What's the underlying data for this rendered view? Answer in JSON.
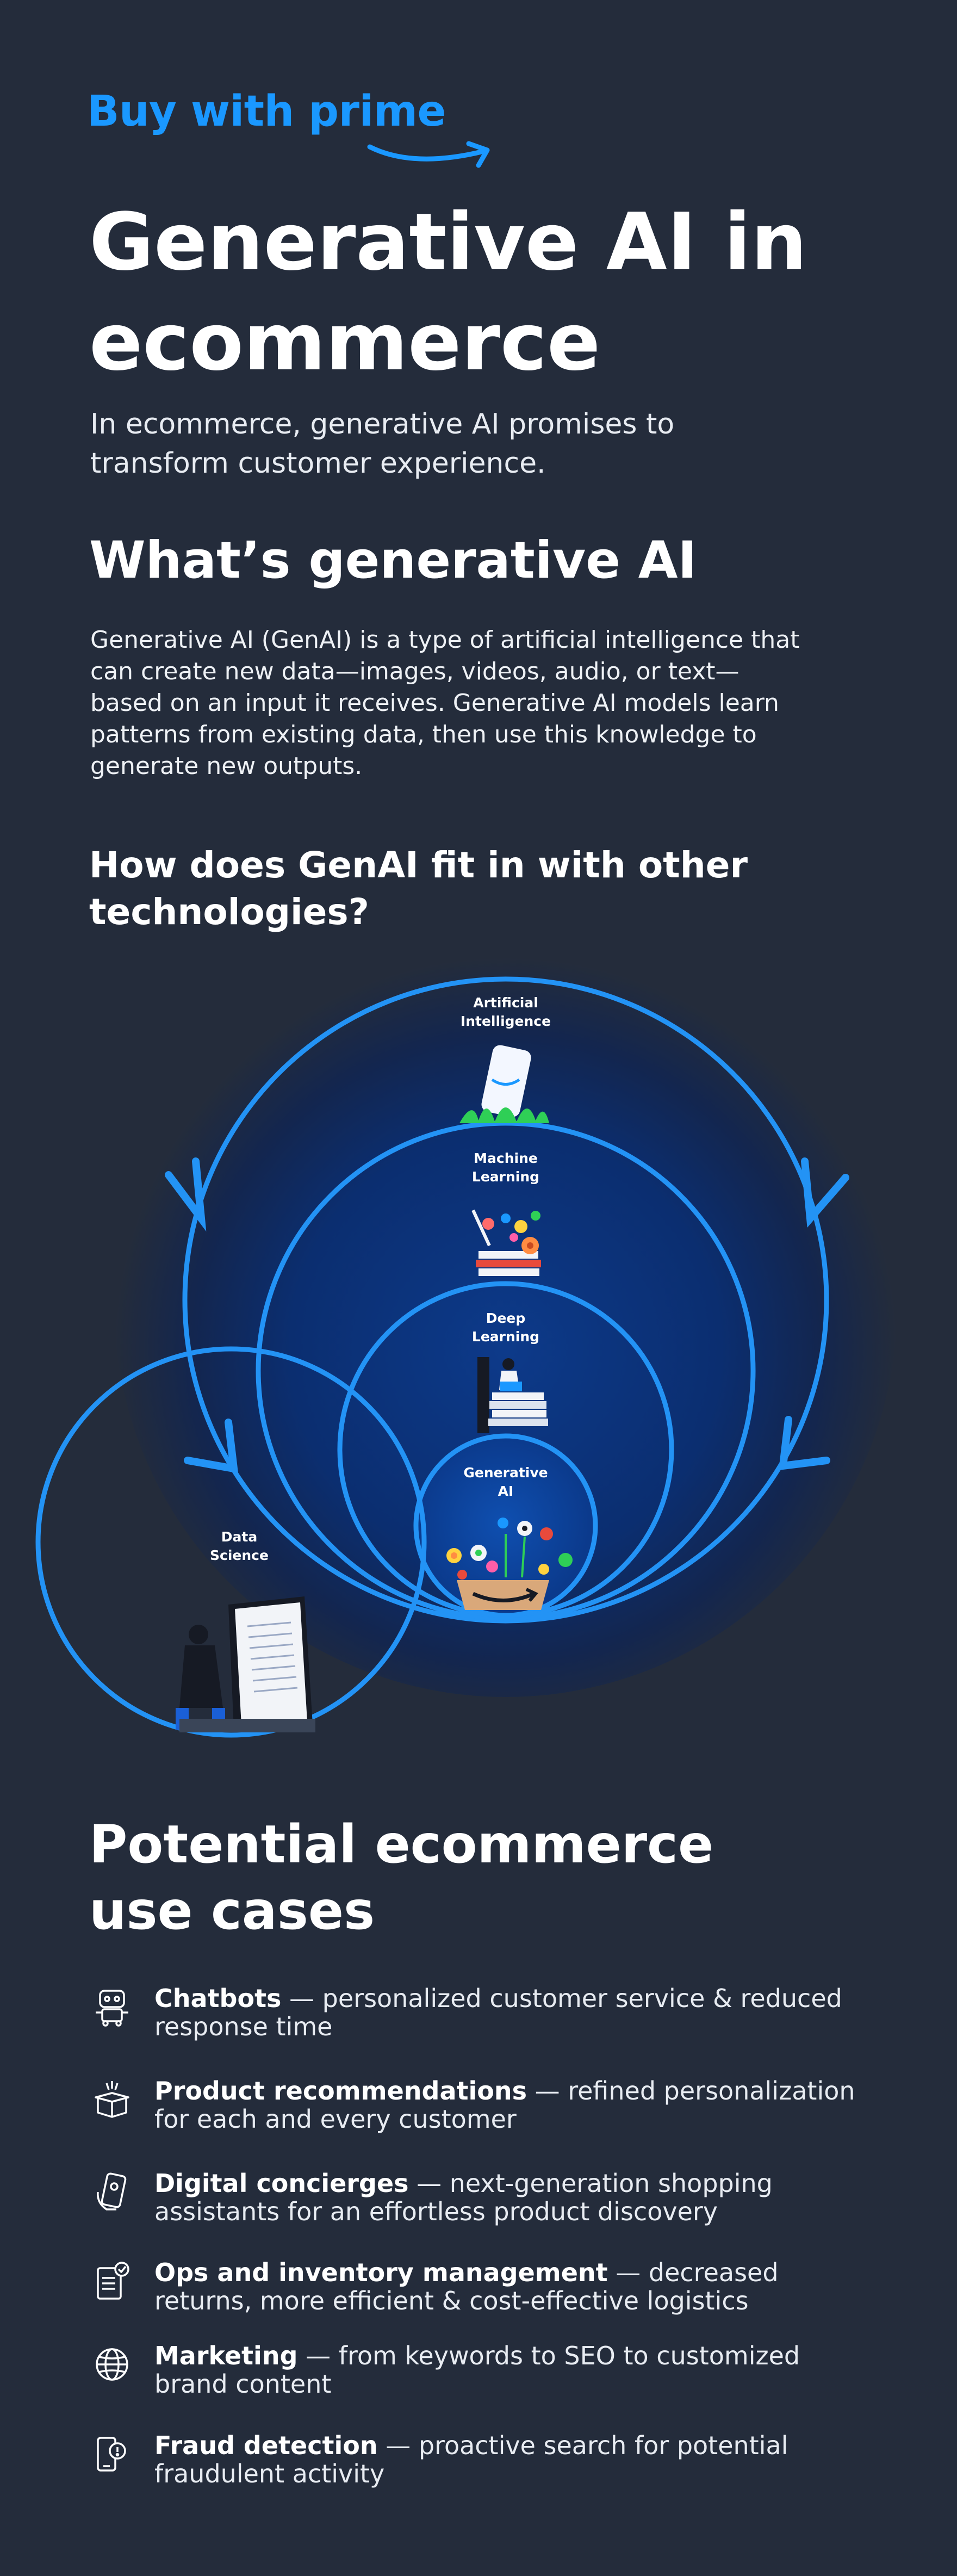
{
  "brand": {
    "logo_text": "Buy with prime",
    "accent": "#1a98ff"
  },
  "title": "Generative AI in ecommerce",
  "intro": "In ecommerce, generative AI promises to transform customer experience.",
  "what": {
    "heading": "What’s generative AI",
    "body": "Generative AI (GenAI) is a type of artificial intelligence that can create new data—images, videos, audio, or text—based on an input it receives. Generative AI models learn patterns from existing data, then use this knowledge to generate new outputs."
  },
  "fit_heading": "How does GenAI fit in with other technologies?",
  "diagram": {
    "ai": [
      "Artificial",
      "Intelligence"
    ],
    "ml": [
      "Machine",
      "Learning"
    ],
    "dl": [
      "Deep",
      "Learning"
    ],
    "genai": [
      "Generative",
      "AI"
    ],
    "ds": [
      "Data",
      "Science"
    ]
  },
  "use_cases": {
    "heading": "Potential ecommerce use cases",
    "items": [
      {
        "icon": "chatbot-icon",
        "title": "Chatbots",
        "desc": " — personalized customer service & reduced response time"
      },
      {
        "icon": "gift-box-icon",
        "title": "Product recommendations",
        "desc": " — refined personalization for each and every customer"
      },
      {
        "icon": "phone-hand-icon",
        "title": "Digital concierges",
        "desc": " — next-generation shopping assistants for an effortless product discovery"
      },
      {
        "icon": "checklist-icon",
        "title": "Ops and inventory management",
        "desc": " — decreased returns, more efficient & cost-effective logistics"
      },
      {
        "icon": "globe-icon",
        "title": "Marketing",
        "desc": " — from keywords to SEO to customized brand content"
      },
      {
        "icon": "fraud-alert-icon",
        "title": "Fraud detection",
        "desc": " — proactive search for potential fraudulent activity"
      }
    ]
  }
}
